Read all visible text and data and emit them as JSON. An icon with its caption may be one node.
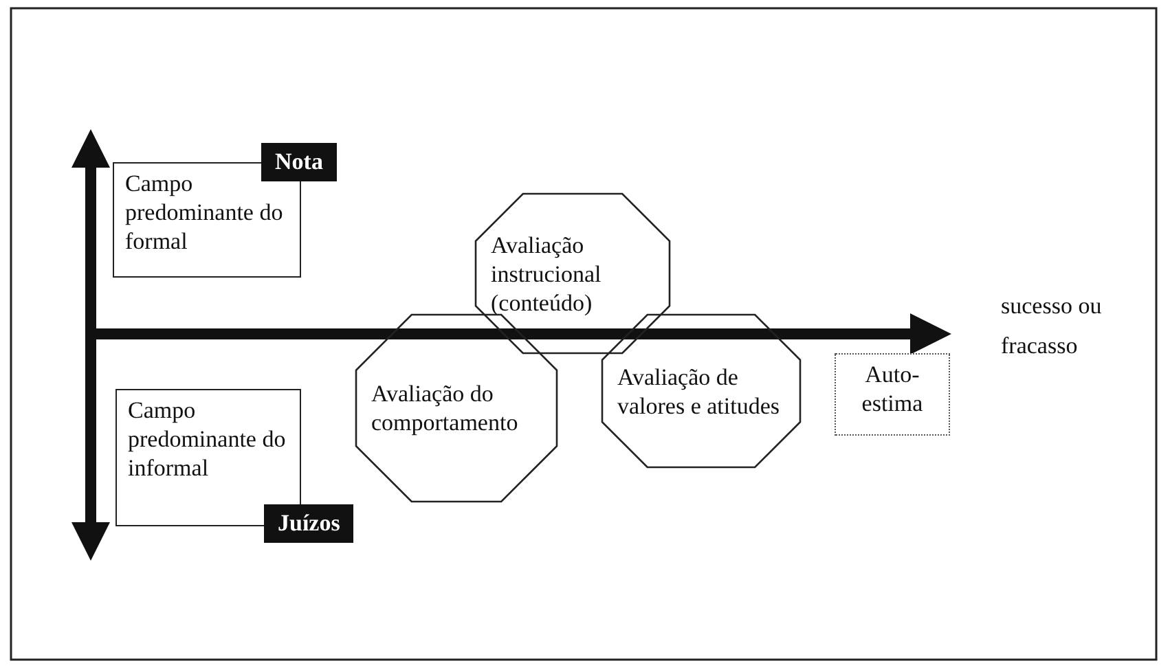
{
  "diagram": {
    "nodes": [
      {
        "text": [
          "Campo predominante do formal"
        ]
      },
      {
        "text": [
          "Avaliação instrucional (conteúdo)"
        ]
      },
      {
        "text": [
          "Avaliação do comportamento"
        ]
      },
      {
        "text": [
          "Avaliação de valores e atitudes"
        ]
      },
      {
        "text": [
          "Campo predominante do informal"
        ]
      },
      {
        "text": [
          "Auto-estima"
        ]
      }
    ],
    "labels": [
      "Nota",
      "sucesso ou fracasso",
      "Juízos"
    ]
  }
}
